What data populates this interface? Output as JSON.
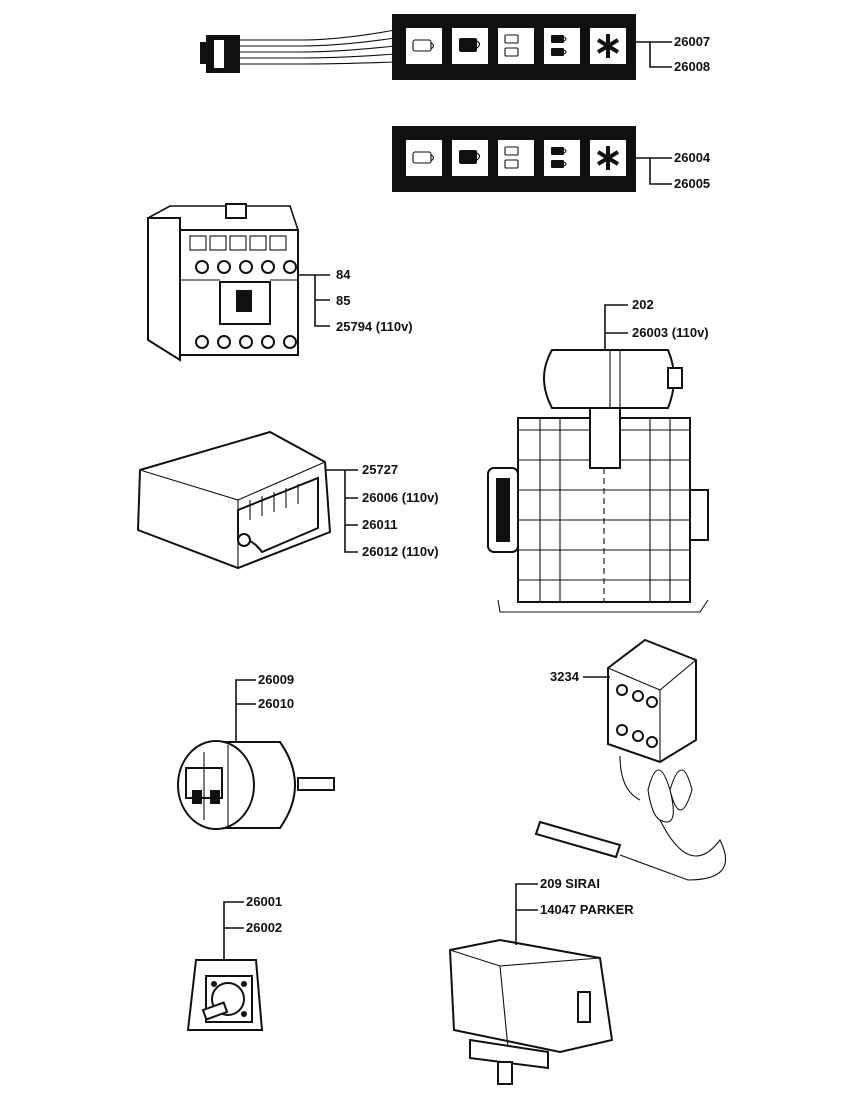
{
  "parts": {
    "keypad_harness": {
      "codes": [
        "26007",
        "26008"
      ],
      "icon": "keypad-five-buttons"
    },
    "keypad": {
      "codes": [
        "26004",
        "26005"
      ],
      "icon": "keypad-five-buttons"
    },
    "contactor": {
      "codes": [
        "84",
        "85",
        "25794 (110v)"
      ]
    },
    "pump_motor": {
      "codes": [
        "202",
        "26003 (110v)"
      ]
    },
    "control_box": {
      "codes": [
        "25727",
        "26006 (110v)",
        "26011",
        "26012 (110v)"
      ]
    },
    "rotary_switch_large": {
      "codes": [
        "26009",
        "26010"
      ]
    },
    "thermostat": {
      "codes": [
        "3234"
      ]
    },
    "rotary_switch_small": {
      "codes": [
        "26001",
        "26002"
      ]
    },
    "pressure_switch": {
      "codes": [
        "209 SIRAI",
        "14047 PARKER"
      ]
    }
  },
  "colors": {
    "ink": "#111111",
    "paper": "#ffffff"
  }
}
